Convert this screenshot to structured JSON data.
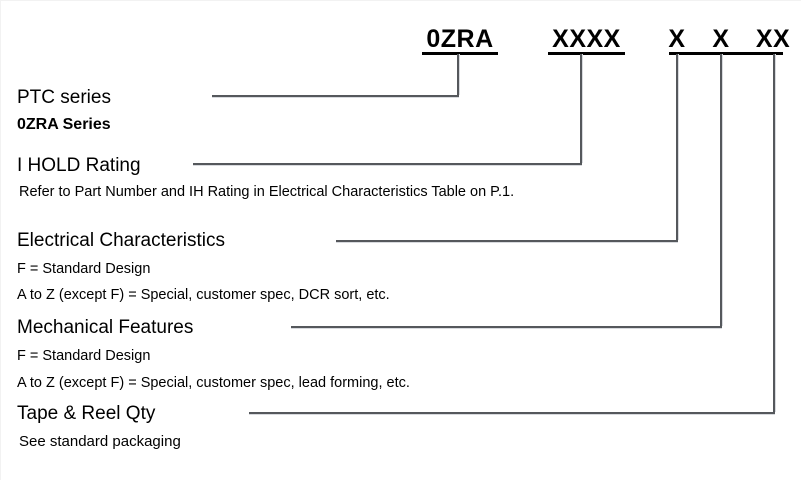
{
  "diagram": {
    "kind": "part-number-breakdown",
    "line_color": "#55585c",
    "text_color": "#000000",
    "background": "#ffffff"
  },
  "part_number": {
    "segments": [
      {
        "id": "series",
        "text": "0ZRA"
      },
      {
        "id": "ihold",
        "text": "XXXX"
      },
      {
        "id": "elec",
        "text": "X"
      },
      {
        "id": "mech",
        "text": "X"
      },
      {
        "id": "tape",
        "text": "XX"
      }
    ]
  },
  "fields": [
    {
      "id": "ptc-series",
      "title": "PTC series",
      "notes": [
        "0ZRA Series"
      ]
    },
    {
      "id": "ihold-rating",
      "title": "I HOLD Rating",
      "notes": [
        "Refer to Part Number and IH Rating in Electrical Characteristics Table on P.1."
      ]
    },
    {
      "id": "electrical-characteristics",
      "title": "Electrical Characteristics",
      "notes": [
        "F = Standard Design",
        "A to Z (except F) = Special, customer spec, DCR sort, etc."
      ]
    },
    {
      "id": "mechanical-features",
      "title": "Mechanical Features",
      "notes": [
        "F = Standard Design",
        "A to Z (except F) = Special, customer spec, lead forming, etc."
      ]
    },
    {
      "id": "tape-reel-qty",
      "title": "Tape & Reel Qty",
      "notes": [
        "See standard packaging"
      ]
    }
  ]
}
